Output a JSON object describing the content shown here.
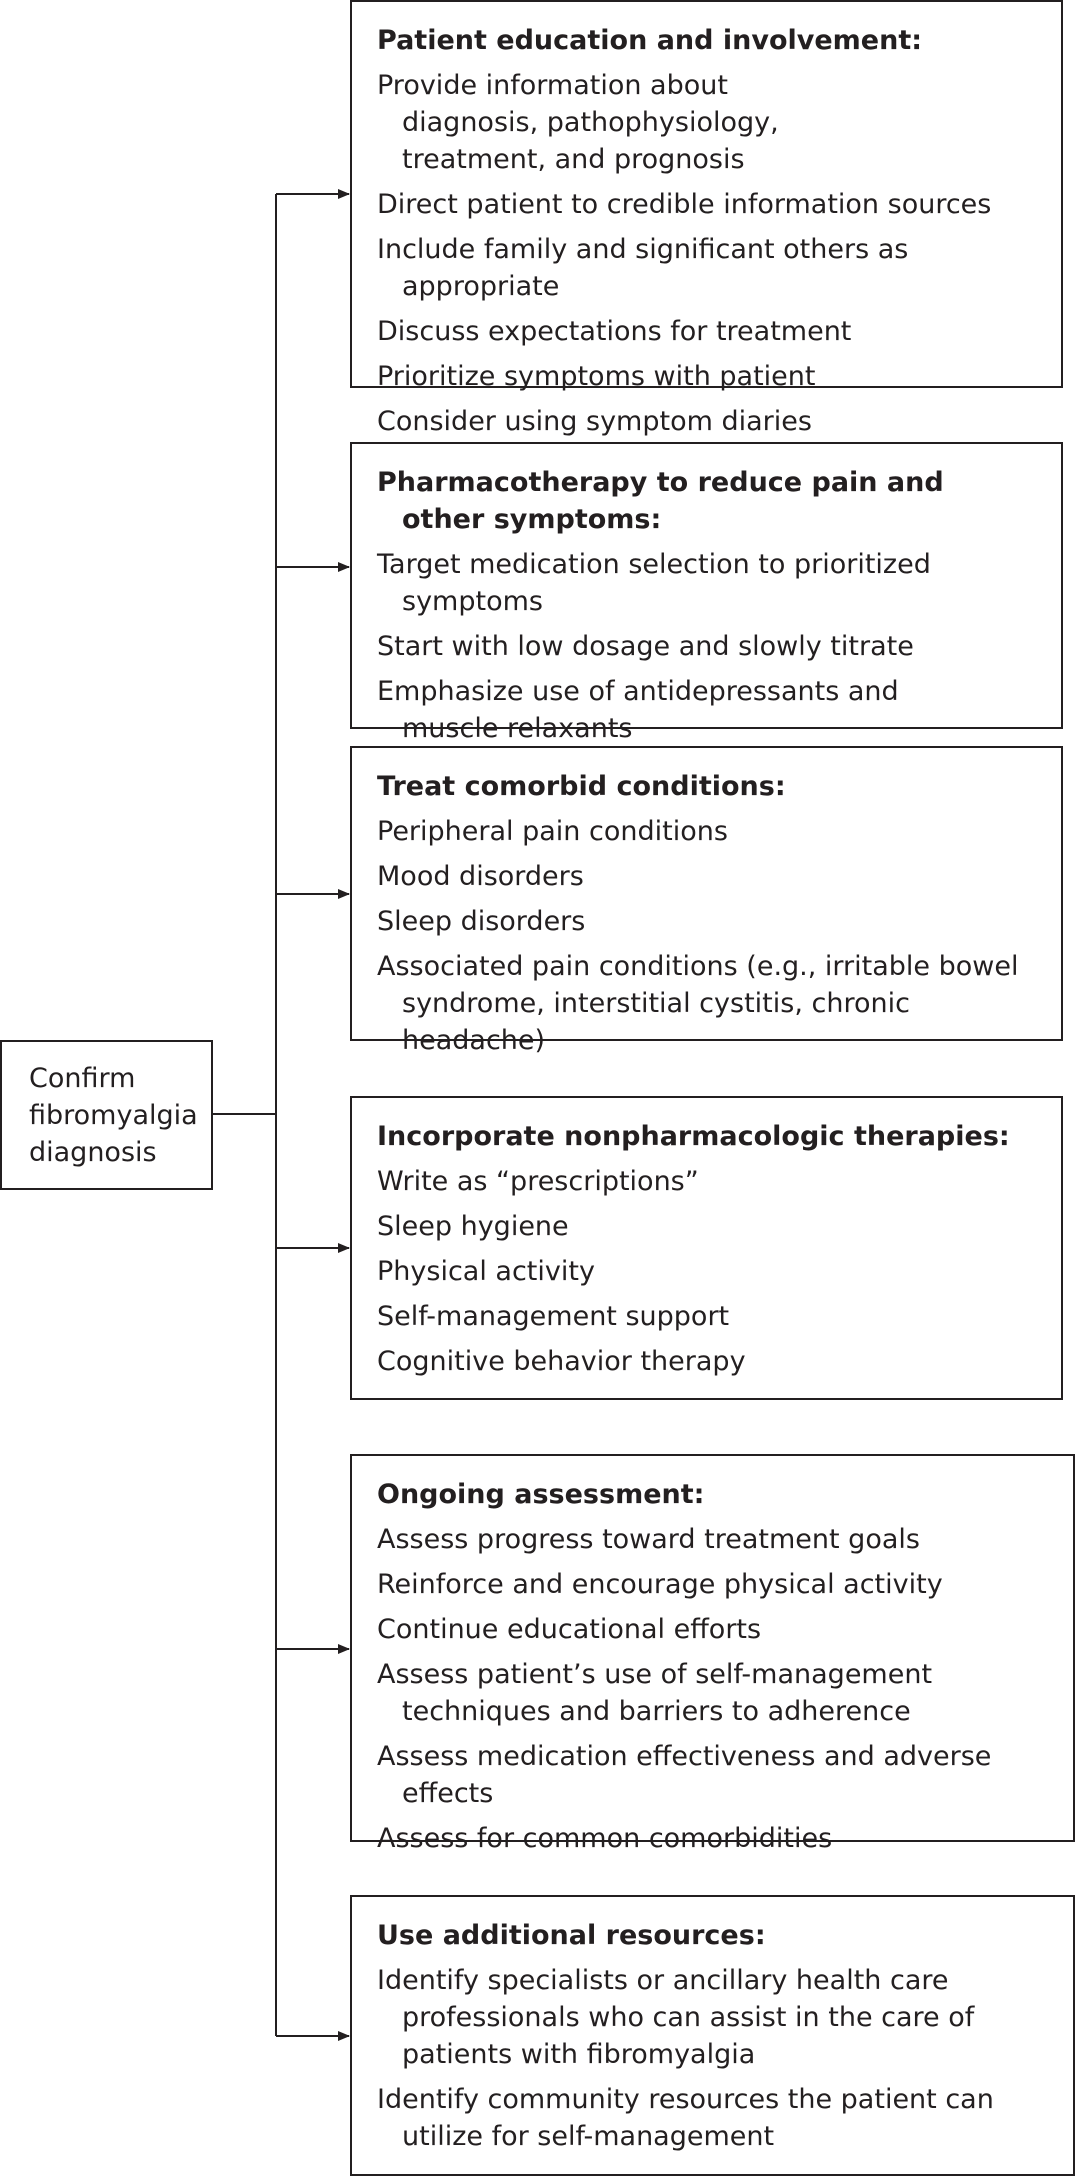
{
  "start": {
    "label": "Confirm fibromyalgia diagnosis"
  },
  "steps": [
    {
      "title": "Patient education and involvement:",
      "items": [
        "Provide information about diagnosis, pathophysiology, treatment, and prognosis",
        "Direct patient to credible information sources",
        "Include family and significant others as appropriate",
        "Discuss expectations for treatment",
        "Prioritize symptoms with patient",
        "Consider using symptom diaries"
      ]
    },
    {
      "title": "Pharmacotherapy to reduce pain and other symptoms:",
      "items": [
        "Target medication selection to prioritized symptoms",
        "Start with low dosage and slowly titrate",
        "Emphasize use of antidepressants and muscle relaxants"
      ]
    },
    {
      "title": "Treat comorbid conditions:",
      "items": [
        "Peripheral pain conditions",
        "Mood disorders",
        "Sleep disorders",
        "Associated pain conditions (e.g., irritable bowel syndrome, interstitial cystitis, chronic headache)"
      ]
    },
    {
      "title": "Incorporate nonpharmacologic therapies:",
      "items": [
        "Write as “prescriptions”",
        "Sleep hygiene",
        "Physical activity",
        "Self-management support",
        "Cognitive behavior therapy"
      ]
    },
    {
      "title": "Ongoing assessment:",
      "items": [
        "Assess progress toward treatment goals",
        "Reinforce and encourage physical activity",
        "Continue educational efforts",
        "Assess patient’s use of self-management techniques and barriers to adherence",
        "Assess medication effectiveness and adverse effects",
        "Assess for common comorbidities"
      ]
    },
    {
      "title": "Use additional resources:",
      "items": [
        "Identify specialists or ancillary health care professionals who can assist in the care of patients with fibromyalgia",
        "Identify community resources the patient can utilize for self-management"
      ]
    }
  ]
}
